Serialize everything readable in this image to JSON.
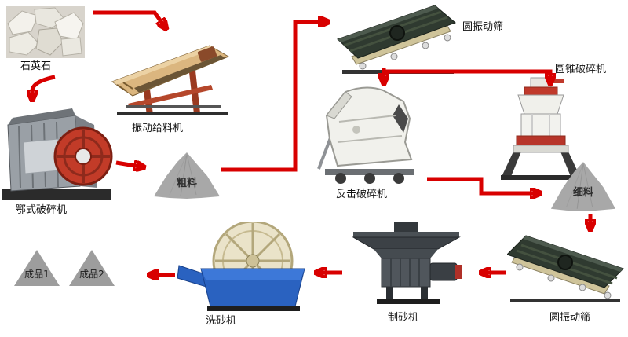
{
  "diagram": {
    "labels": {
      "quartz": "石英石",
      "feeder": "振动给料机",
      "jaw_crusher": "鄂式破碎机",
      "coarse": "粗料",
      "screen_top": "圆振动筛",
      "cone_crusher": "圆锥破碎机",
      "impact_crusher": "反击破碎机",
      "fine": "细料",
      "screen_bottom": "圆振动筛",
      "sand_maker": "制砂机",
      "sand_washer": "洗砂机",
      "product1": "成品1",
      "product2": "成品2"
    },
    "colors": {
      "arrow": "#d80000",
      "pile_gray": "#a8a8a8",
      "label_text": "#111111",
      "background": "#ffffff",
      "flywheel_red": "#c0392b",
      "feeder_tan": "#dbb67f",
      "screen_dark": "#2f3a30",
      "washer_blue": "#2a62c0",
      "wheel_cream": "#eae3c9"
    },
    "flow": [
      "石英石 → 振动给料机",
      "振动给料机 → 鄂式破碎机",
      "鄂式破碎机 → 粗料",
      "粗料 → 圆振动筛",
      "圆振动筛 → 反击破碎机",
      "圆振动筛 → 圆锥破碎机",
      "反击破碎机/圆锥破碎机 → 细料",
      "细料 → 圆振动筛",
      "圆振动筛 → 制砂机",
      "制砂机 → 洗砂机",
      "洗砂机 → 成品1/成品2"
    ]
  }
}
